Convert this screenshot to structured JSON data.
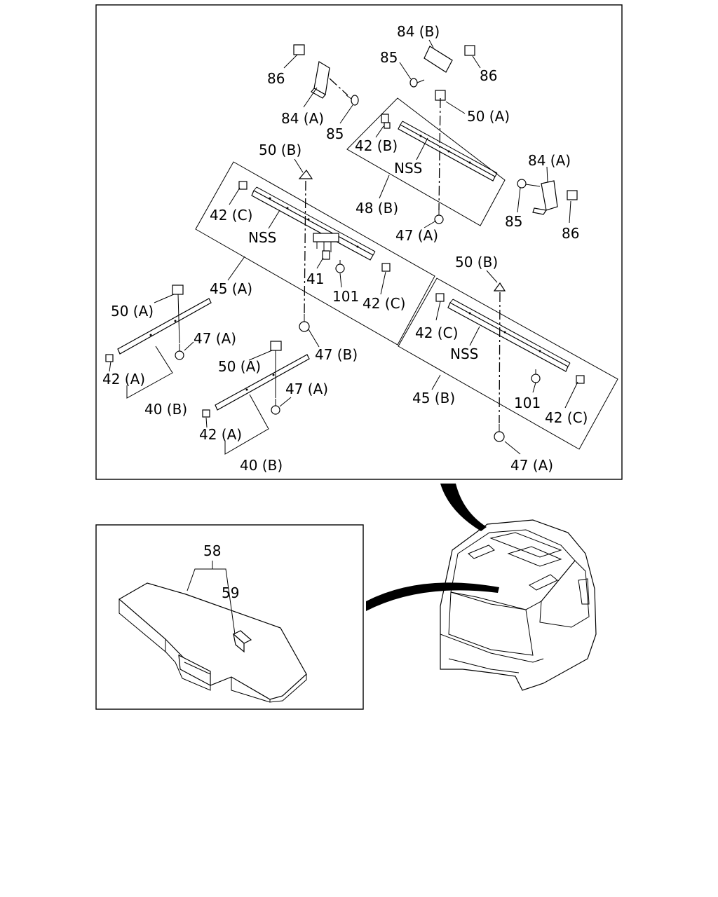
{
  "labels": {
    "p86_a": "86",
    "p84A_a": "84 (A)",
    "p85_a": "85",
    "p84B": "84 (B)",
    "p85_b": "85",
    "p86_b": "86",
    "p50A_a": "50 (A)",
    "p42B": "42 (B)",
    "pNSS_a": "NSS",
    "p48B": "48 (B)",
    "p47A_a": "47 (A)",
    "p84A_b": "84 (A)",
    "p85_c": "85",
    "p86_c": "86",
    "p50B_a": "50 (B)",
    "p42C_a": "42 (C)",
    "pNSS_b": "NSS",
    "p45A": "45 (A)",
    "p41": "41",
    "p101_a": "101",
    "p42C_b": "42 (C)",
    "p47B": "47 (B)",
    "p50A_b": "50 (A)",
    "p47A_b": "47 (A)",
    "p42A_a": "42 (A)",
    "p40B_a": "40 (B)",
    "p50A_c": "50 (A)",
    "p47A_c": "47 (A)",
    "p42A_b": "42 (A)",
    "p40B_b": "40 (B)",
    "p50B_b": "50 (B)",
    "p42C_c": "42 (C)",
    "pNSS_c": "NSS",
    "p45B": "45 (B)",
    "p101_b": "101",
    "p42C_d": "42 (C)",
    "p47A_d": "47 (A)",
    "p58": "58",
    "p59": "59"
  }
}
